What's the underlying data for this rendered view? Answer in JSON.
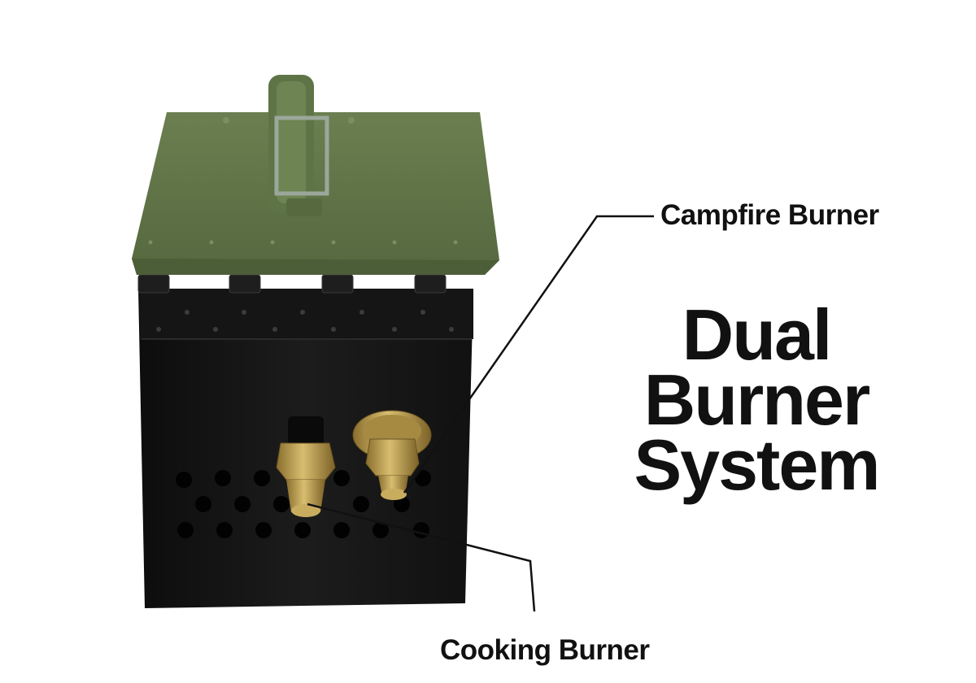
{
  "labels": {
    "campfire": "Campfire Burner",
    "cooking": "Cooking Burner"
  },
  "headline": {
    "line1": "Dual",
    "line2": "Burner",
    "line3": "System"
  },
  "colors": {
    "lid_green": "#5f7446",
    "box_black": "#161616",
    "brass": "#b89a4e",
    "text": "#111111",
    "background": "#ffffff"
  }
}
